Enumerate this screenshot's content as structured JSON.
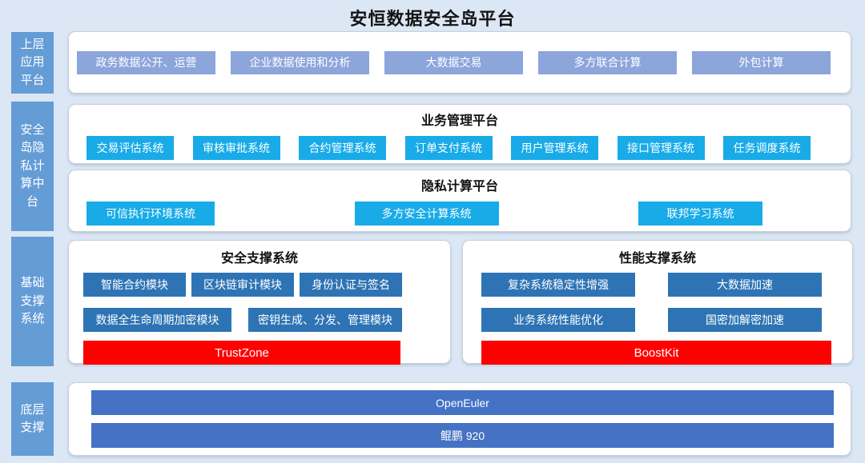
{
  "title": "安恒数据安全岛平台",
  "colors": {
    "background": "#dbe7f4",
    "side_label_blue": "#649cd6",
    "app_chip_blue": "#8ca5db",
    "cyan_chip": "#18abe8",
    "dark_blue_chip": "#2e74b5",
    "highlight_red": "#fe0000",
    "base_bar_blue": "#4472c4"
  },
  "side_labels": {
    "upper": "上层\n应用\n平台",
    "middle": "安全\n岛隐\n私计\n算中\n台",
    "foundation": "基础\n支撑\n系统",
    "base": "底层\n支撑"
  },
  "layers": {
    "apps": {
      "items": [
        "政务数据公开、运营",
        "企业数据使用和分析",
        "大数据交易",
        "多方联合计算",
        "外包计算"
      ]
    },
    "business": {
      "title": "业务管理平台",
      "items": [
        "交易评估系统",
        "审核审批系统",
        "合约管理系统",
        "订单支付系统",
        "用户管理系统",
        "接口管理系统",
        "任务调度系统"
      ]
    },
    "privacy": {
      "title": "隐私计算平台",
      "items": [
        "可信执行环境系统",
        "多方安全计算系统",
        "联邦学习系统"
      ]
    },
    "security_support": {
      "title": "安全支撑系统",
      "row1": [
        "智能合约模块",
        "区块链审计模块",
        "身份认证与签名"
      ],
      "row2": [
        "数据全生命周期加密模块",
        "密钥生成、分发、管理模块"
      ],
      "highlight": "TrustZone"
    },
    "performance_support": {
      "title": "性能支撑系统",
      "row1": [
        "复杂系统稳定性增强",
        "大数据加速"
      ],
      "row2": [
        "业务系统性能优化",
        "国密加解密加速"
      ],
      "highlight": "BoostKit"
    },
    "base": {
      "items": [
        "OpenEuler",
        "鲲鹏 920"
      ]
    }
  }
}
